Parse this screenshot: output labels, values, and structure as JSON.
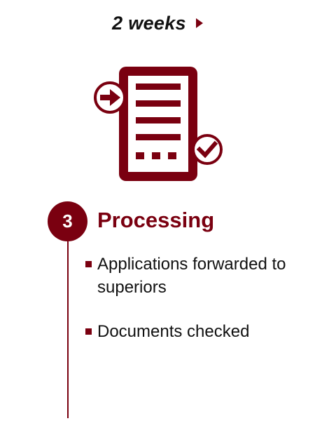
{
  "duration": {
    "label": "2 weeks",
    "arrow_icon": "play-triangle-icon"
  },
  "icon": {
    "name": "document-checklist-icon",
    "input_arrow_icon": "arrow-right-circle-icon",
    "check_icon": "check-circle-icon"
  },
  "step": {
    "number": "3",
    "title": "Processing"
  },
  "bullets": [
    {
      "text": "Applications forwarded to superiors"
    },
    {
      "text": "Documents checked"
    }
  ],
  "colors": {
    "accent": "#7a0010",
    "text": "#111111",
    "background": "#ffffff"
  }
}
